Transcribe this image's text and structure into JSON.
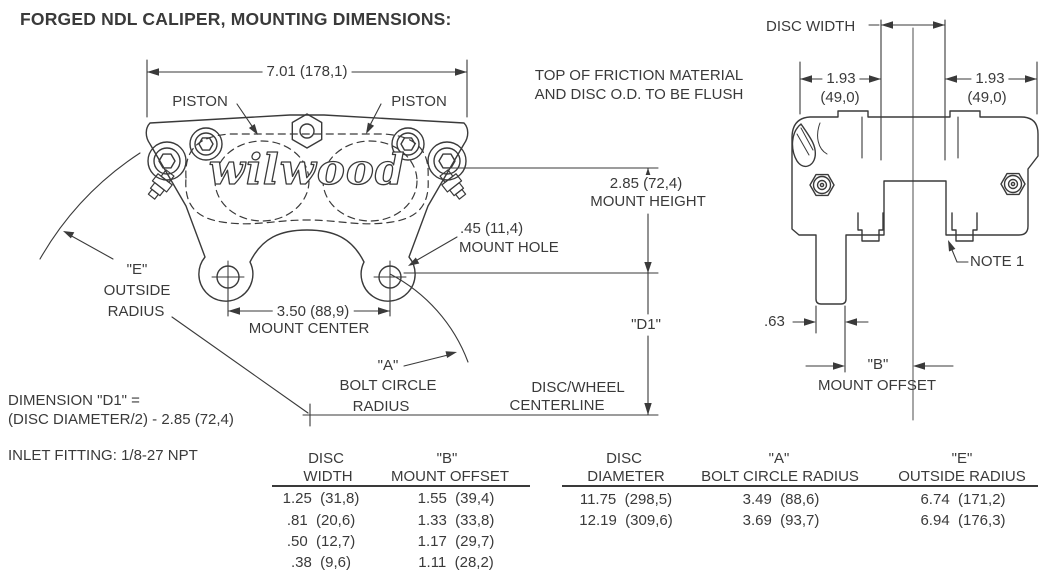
{
  "colors": {
    "ink": "#3a3a3a",
    "background": "#ffffff"
  },
  "title": "FORGED NDL CALIPER, MOUNTING DIMENSIONS:",
  "front_view": {
    "logo": "wilwood",
    "dim_overall": "7.01 (178,1)",
    "piston_left": "PISTON",
    "piston_right": "PISTON",
    "flush_line1": "TOP OF FRICTION MATERIAL",
    "flush_line2": "AND DISC O.D. TO BE FLUSH",
    "mount_height_value": "2.85 (72,4)",
    "mount_height_label": "MOUNT HEIGHT",
    "mount_hole_value": ".45 (11,4)",
    "mount_hole_label": "MOUNT HOLE",
    "mount_center_value": "3.50 (88,9)",
    "mount_center_label": "MOUNT CENTER",
    "d1_tag": "\"D1\"",
    "e_line1": "\"E\"",
    "e_line2": "OUTSIDE",
    "e_line3": "RADIUS",
    "a_line1": "\"A\"",
    "a_line2": "BOLT CIRCLE",
    "a_line3": "RADIUS",
    "cl_line1": "DISC/WHEEL",
    "cl_line2": "CENTERLINE"
  },
  "side_view": {
    "disc_width_label": "DISC WIDTH",
    "left_pad_width": "1.93",
    "left_pad_width_mm": "(49,0)",
    "right_pad_width": "1.93",
    "right_pad_width_mm": "(49,0)",
    "note1": "NOTE 1",
    "lug_width": ".63",
    "b_tag": "\"B\"",
    "b_label": "MOUNT OFFSET"
  },
  "notes": {
    "d1_formula_line1": "DIMENSION \"D1\" =",
    "d1_formula_line2": "(DISC DIAMETER/2) - 2.85 (72,4)",
    "inlet_fitting": "INLET FITTING: 1/8-27 NPT"
  },
  "spec_tables": {
    "disc_width_table": {
      "col1_header_line1": "DISC",
      "col1_header_line2": "WIDTH",
      "col2_header_line1": "\"B\"",
      "col2_header_line2": "MOUNT OFFSET",
      "rows": [
        {
          "disc_width": "1.25  (31,8)",
          "mount_offset": "1.55  (39,4)"
        },
        {
          "disc_width": ".81  (20,6)",
          "mount_offset": "1.33  (33,8)"
        },
        {
          "disc_width": ".50  (12,7)",
          "mount_offset": "1.17  (29,7)"
        },
        {
          "disc_width": ".38  (9,6)",
          "mount_offset": "1.11  (28,2)"
        }
      ]
    },
    "disc_diameter_table": {
      "col1_header_line1": "DISC",
      "col1_header_line2": "DIAMETER",
      "col2_header_line1": "\"A\"",
      "col2_header_line2": "BOLT CIRCLE RADIUS",
      "col3_header_line1": "\"E\"",
      "col3_header_line2": "OUTSIDE RADIUS",
      "rows": [
        {
          "disc_diameter": "11.75  (298,5)",
          "bolt_circle_radius": "3.49  (88,6)",
          "outside_radius": "6.74  (171,2)"
        },
        {
          "disc_diameter": "12.19  (309,6)",
          "bolt_circle_radius": "3.69  (93,7)",
          "outside_radius": "6.94  (176,3)"
        }
      ]
    }
  }
}
